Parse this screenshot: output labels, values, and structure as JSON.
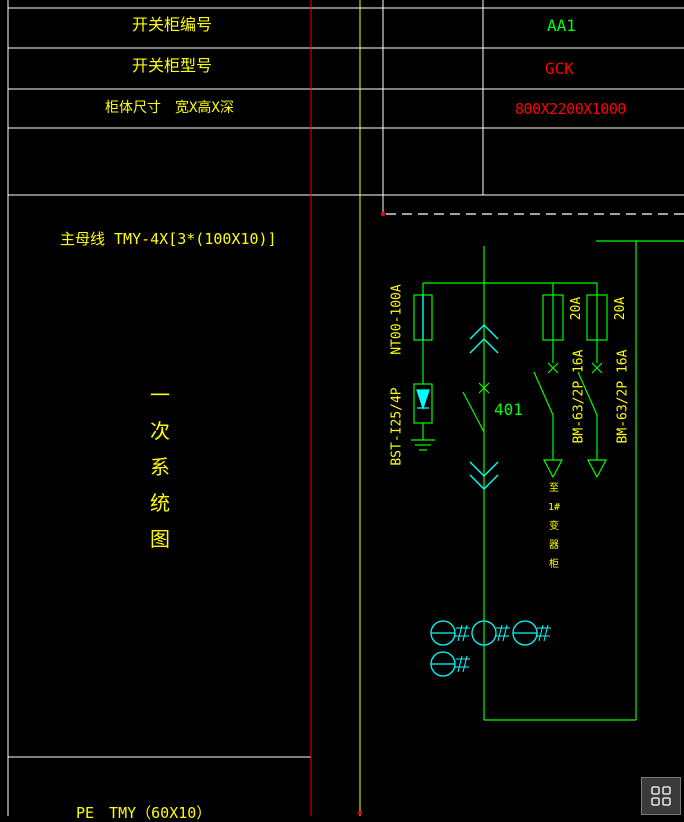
{
  "table": {
    "cabinet_no_label": "开关柜编号",
    "cabinet_no_value": "AA1",
    "cabinet_model_label": "开关柜型号",
    "cabinet_model_value": "GCK",
    "cabinet_size_label": "柜体尺寸　宽X高X深",
    "cabinet_size_value": "800X2200X1000",
    "busbar_label": "主母线 TMY-4X[3*(100X10)]",
    "system_label_chars": [
      "一",
      "次",
      "系",
      "统",
      "图"
    ],
    "pe_label": "PE　TMY（60X10）"
  },
  "diagram": {
    "fuse1_label": "NT00-100A",
    "spd_label": "BST-I25/4P",
    "breaker_main_label": "401",
    "fuse2_label": "20A",
    "fuse3_label": "20A",
    "breaker2_label": "BM-63/2P 16A",
    "breaker3_label": "BM-63/2P 16A",
    "feeder_note_chars": [
      "至",
      "1#",
      "变",
      "器",
      "柜"
    ]
  },
  "colors": {
    "background": "#000000",
    "grid_line": "#ffffff",
    "yellow_text": "#ffff00",
    "green_text": "#00ff00",
    "red_text": "#ff0000",
    "cyan": "#00ffff",
    "red_line": "#ff0000"
  },
  "icons": {
    "navigation": "viewcube-icon"
  }
}
